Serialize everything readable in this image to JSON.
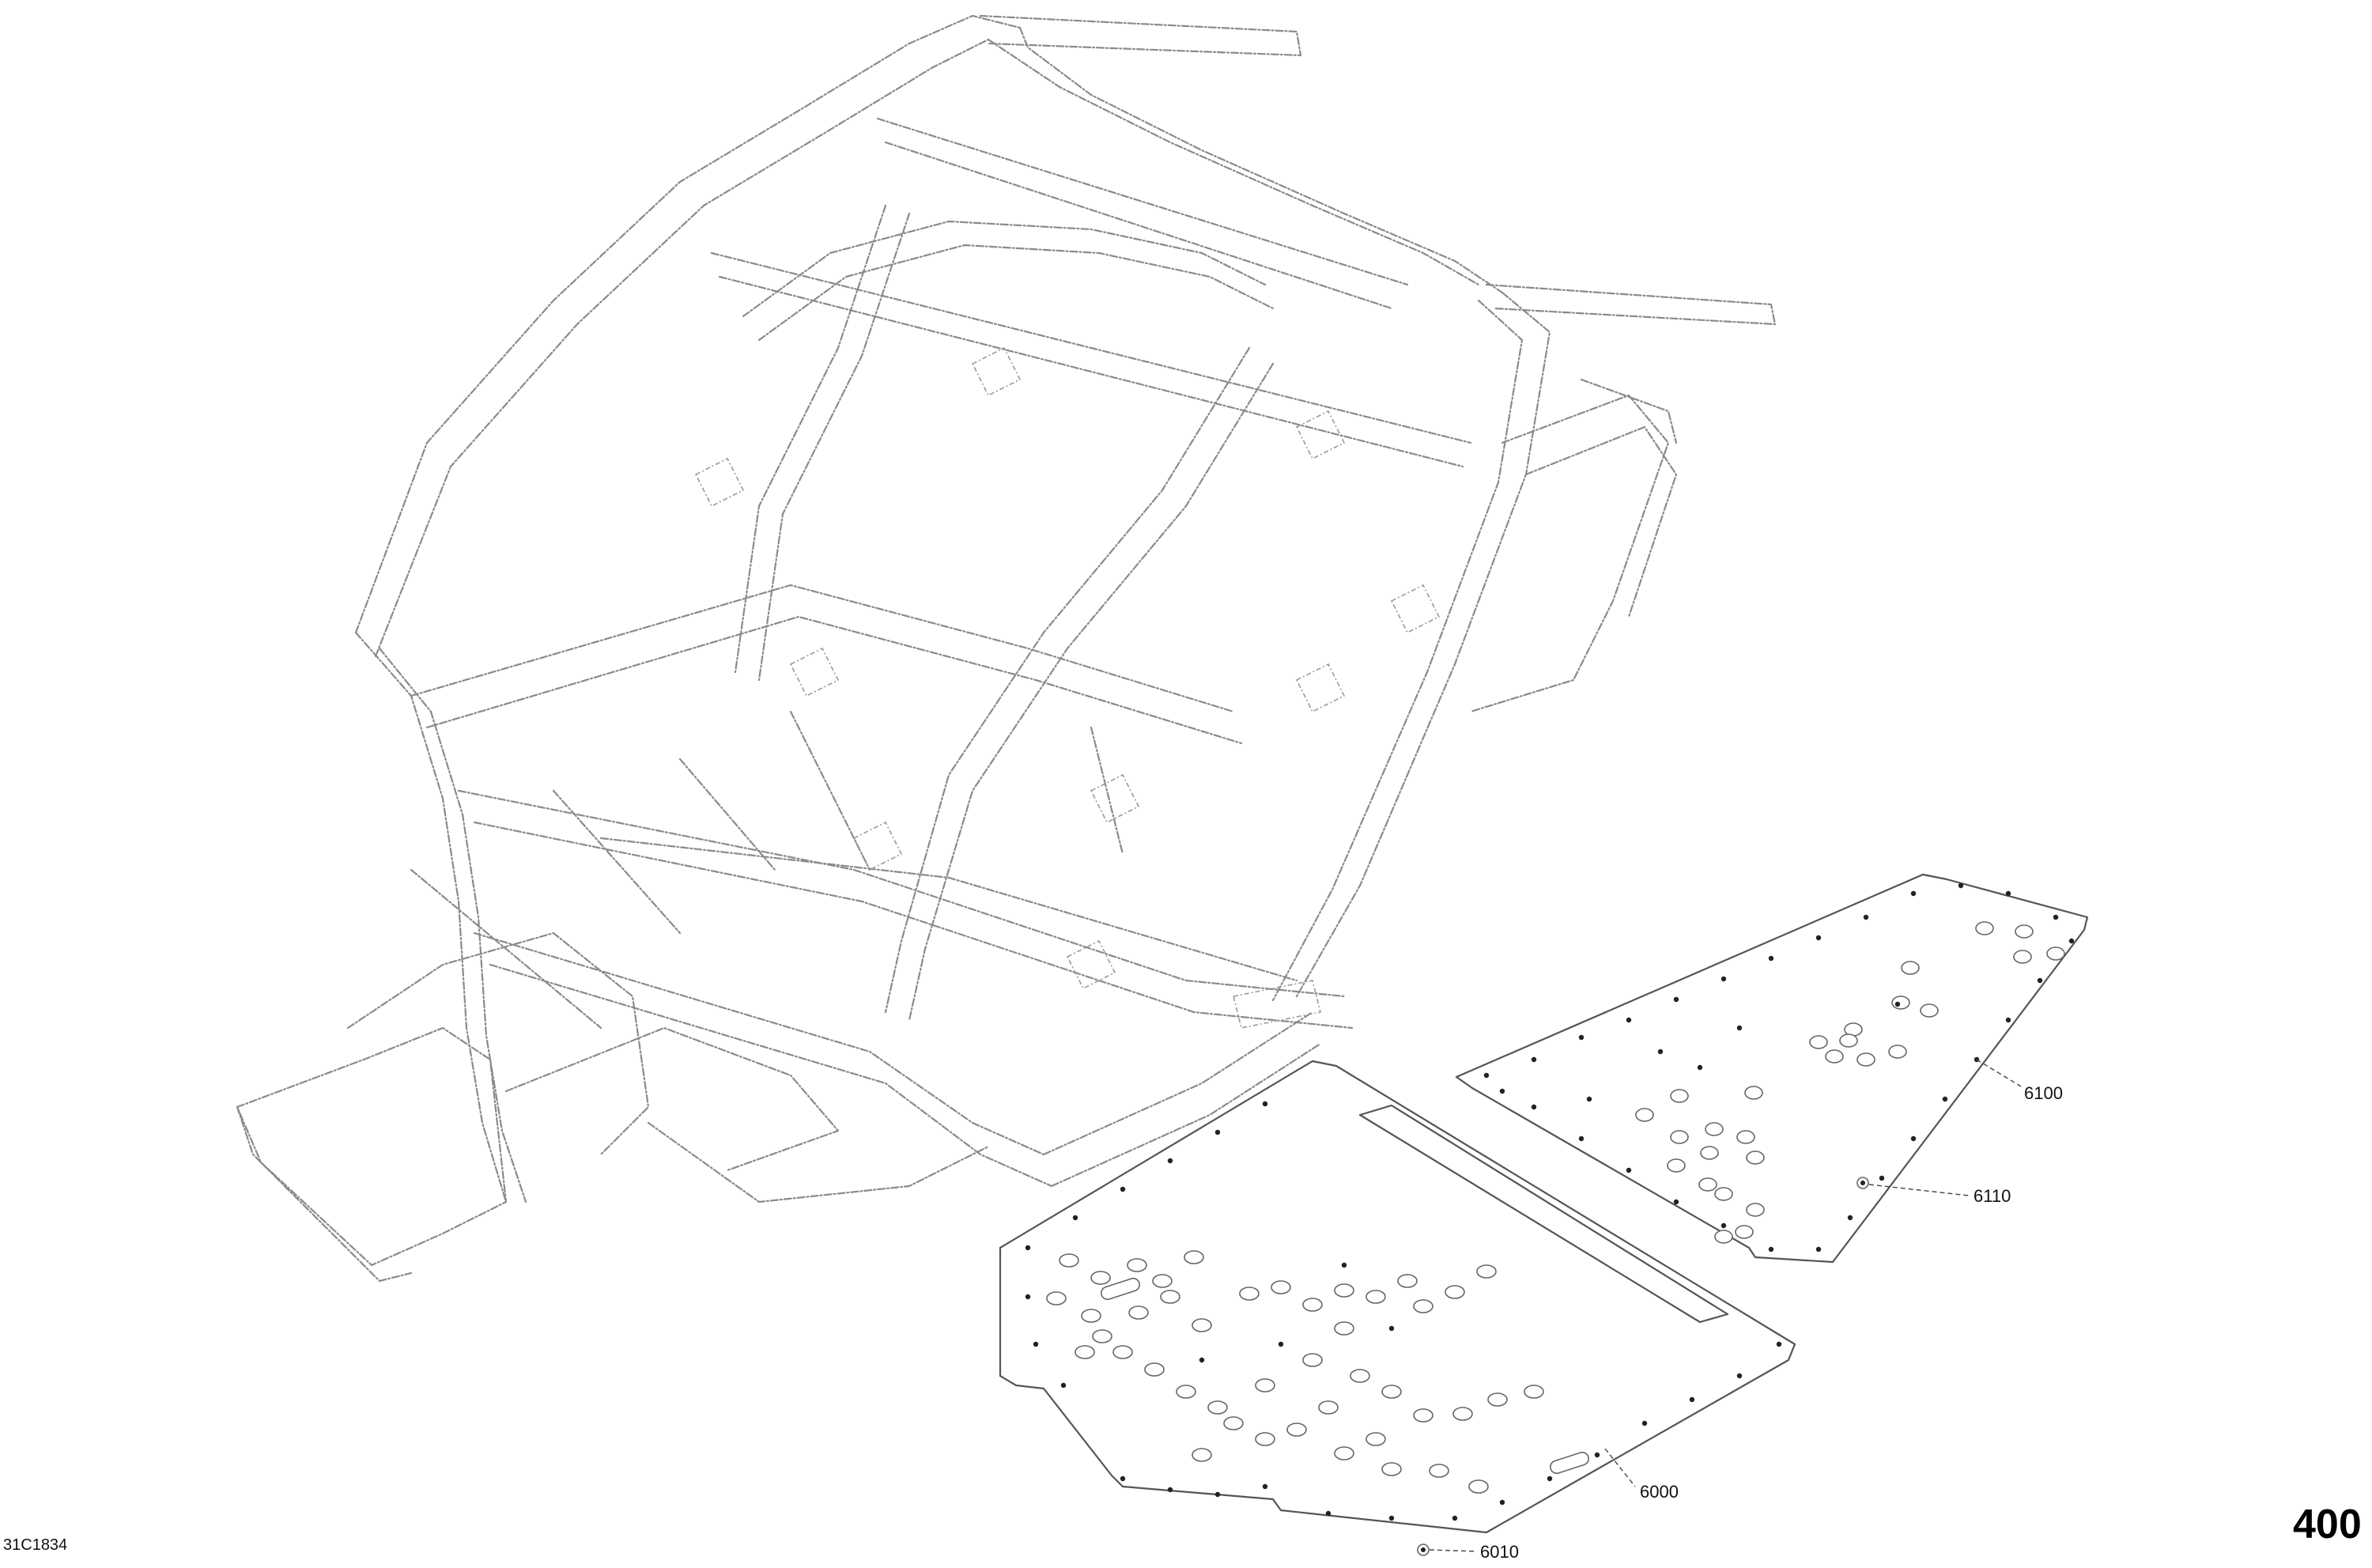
{
  "drawing_number": "31C1834",
  "page_number": "400",
  "callouts": [
    {
      "label": "6000"
    },
    {
      "label": "6010"
    },
    {
      "label": "6100"
    },
    {
      "label": "6110"
    }
  ]
}
